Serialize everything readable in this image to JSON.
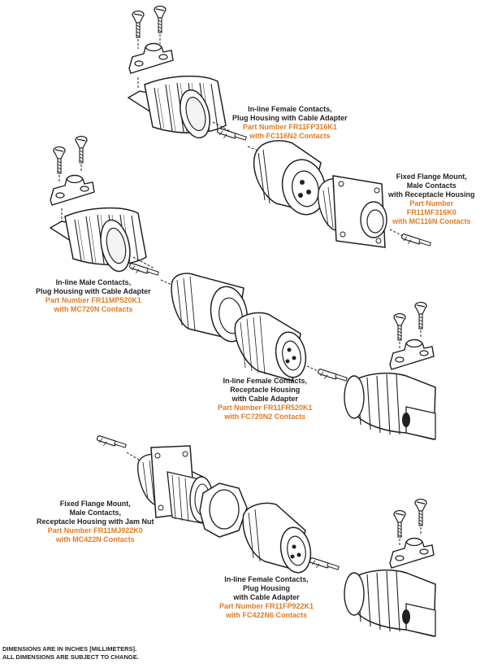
{
  "callouts": {
    "fp316": {
      "line1": "In-line Female Contacts,",
      "line2": "Plug Housing with Cable Adapter",
      "part_number": "Part Number FR11FP316K1",
      "contacts": "with FC116N2 Contacts"
    },
    "mf316": {
      "line1": "Fixed Flange Mount,",
      "line2": "Male Contacts",
      "line3": "with Receptacle Housing",
      "part_number_label": "Part Number",
      "part_number": "FR11MF316K0",
      "contacts": "with MC116N Contacts"
    },
    "mp520": {
      "line1": "In-line Male Contacts,",
      "line2": "Plug Housing with Cable Adapter",
      "part_number": "Part Number FR11MP520K1",
      "contacts": "with MC720N Contacts"
    },
    "fr520": {
      "line1": "In-line Female Contacts,",
      "line2": "Receptacle Housing",
      "line3": "with Cable Adapter",
      "part_number": "Part Number FR11FR520K1",
      "contacts": "with FC720N2 Contacts"
    },
    "mj922": {
      "line1": "Fixed Flange Mount,",
      "line2": "Male Contacts,",
      "line3": "Receptacle Housing with Jam Nut",
      "part_number": "Part Number FR11MJ922K0",
      "contacts": "with MC422N Contacts"
    },
    "fp922": {
      "line1": "In-line Female Contacts,",
      "line2": "Plug Housing",
      "line3": "with Cable Adapter",
      "part_number": "Part Number FR11FP922K1",
      "contacts": "with FC422N6 Contacts"
    }
  },
  "footnote": {
    "line1": "DIMENSIONS ARE IN INCHES [MILLIMETERS].",
    "line2": "ALL DIMENSIONS ARE SUBJECT TO CHANGE."
  },
  "colors": {
    "ink": "#231f20",
    "part_number": "#e07b24"
  }
}
